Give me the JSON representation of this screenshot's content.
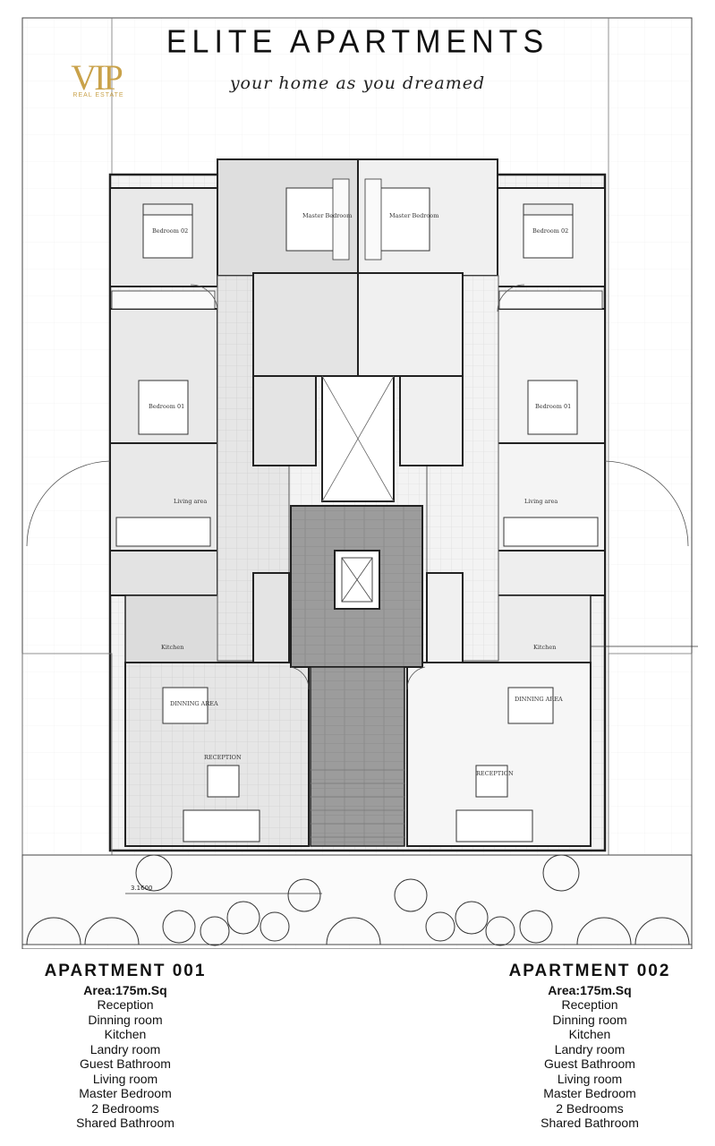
{
  "header": {
    "title": "ELITE APARTMENTS",
    "tagline": "your home as you dreamed"
  },
  "logo": {
    "mark": "VIP",
    "sub": "REAL ESTATE",
    "color": "#c9a24a"
  },
  "plan": {
    "dimension_label": "3.1600",
    "rooms_left": {
      "bedroom2": "Bedroom 02",
      "master": "Master Bedroom",
      "bedroom1": "Bedroom 01",
      "living": "Living area",
      "kitchen": "Kitchen",
      "dining": "DINNING AREA",
      "reception": "RECEPTION"
    },
    "rooms_right": {
      "bedroom2": "Bedroom 02",
      "master": "Master Bedroom",
      "bedroom1": "Bedroom 01",
      "living": "Living area",
      "kitchen": "Kitchen",
      "dining": "DINNING AREA",
      "reception": "RECEPTION"
    }
  },
  "apartments": [
    {
      "title": "APARTMENT 001",
      "area": "Area:175m.Sq",
      "features": [
        "Reception",
        "Dinning room",
        "Kitchen",
        "Landry room",
        "Guest Bathroom",
        "Living room",
        "Master Bedroom",
        "2 Bedrooms",
        "Shared Bathroom"
      ]
    },
    {
      "title": "APARTMENT 002",
      "area": "Area:175m.Sq",
      "features": [
        "Reception",
        "Dinning room",
        "Kitchen",
        "Landry room",
        "Guest Bathroom",
        "Living room",
        "Master Bedroom",
        "2 Bedrooms",
        "Shared Bathroom"
      ]
    }
  ]
}
